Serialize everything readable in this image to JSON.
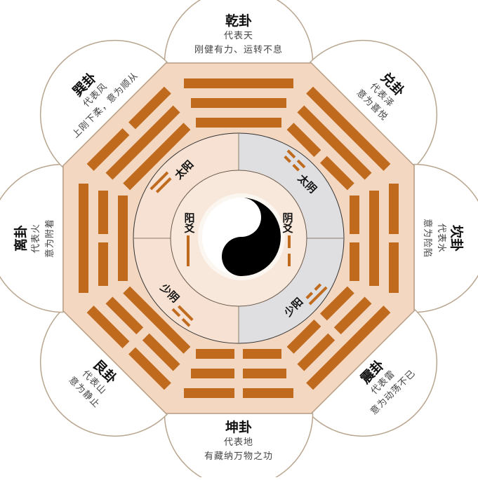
{
  "diagram": {
    "colors": {
      "octagon_fill": "#f3d7c0",
      "octagon_stroke": "#b9a089",
      "bar_color": "#c06a1e",
      "petal_fill": "#ffffff",
      "petal_stroke": "#b9a58e",
      "ring_yang_fill": "#f6e1d2",
      "ring_yin_fill": "#dfdfe1",
      "inner_circle_fill": "#f8e8dc",
      "divider": "#8a7a6a"
    },
    "trigrams": [
      {
        "id": "qian",
        "angle": 0,
        "title": "乾卦",
        "lines": [
          "代表天",
          "刚健有力、运转不息"
        ],
        "yao": [
          "solid",
          "solid",
          "solid"
        ]
      },
      {
        "id": "dui",
        "angle": 45,
        "title": "兑卦",
        "lines": [
          "代表泽",
          "意为喜悦"
        ],
        "yao": [
          "solid",
          "solid",
          "broken"
        ]
      },
      {
        "id": "kan",
        "angle": 90,
        "title": "坎卦",
        "lines": [
          "代表水",
          "意为险陷"
        ],
        "yao": [
          "broken",
          "solid",
          "broken"
        ]
      },
      {
        "id": "zhen",
        "angle": 135,
        "title": "震卦",
        "lines": [
          "代表雷",
          "意为动荡不已"
        ],
        "yao": [
          "solid",
          "broken",
          "broken"
        ]
      },
      {
        "id": "kun",
        "angle": 180,
        "title": "坤卦",
        "lines": [
          "代表地",
          "有藏纳万物之功"
        ],
        "yao": [
          "broken",
          "broken",
          "broken"
        ]
      },
      {
        "id": "gen",
        "angle": 225,
        "title": "艮卦",
        "lines": [
          "代表山",
          "意为静止"
        ],
        "yao": [
          "broken",
          "broken",
          "solid"
        ]
      },
      {
        "id": "li",
        "angle": 270,
        "title": "离卦",
        "lines": [
          "代表火",
          "意为附着"
        ],
        "yao": [
          "solid",
          "broken",
          "solid"
        ]
      },
      {
        "id": "xun",
        "angle": 315,
        "title": "巽卦",
        "lines": [
          "代表风",
          "上刚下柔，意为顺从"
        ],
        "yao": [
          "broken",
          "solid",
          "solid"
        ]
      }
    ],
    "four_images": [
      {
        "label": "太阳",
        "angle": 315,
        "yao": [
          "solid",
          "solid"
        ]
      },
      {
        "label": "太阴",
        "angle": 45,
        "yao": [
          "broken",
          "broken"
        ]
      },
      {
        "label": "少阳",
        "angle": 135,
        "yao": [
          "solid",
          "broken"
        ]
      },
      {
        "label": "少阴",
        "angle": 225,
        "yao": [
          "broken",
          "solid"
        ]
      }
    ],
    "two_forms": [
      {
        "label": "阳爻",
        "side": "left",
        "yao": "solid"
      },
      {
        "label": "阴爻",
        "side": "right",
        "yao": "broken"
      }
    ],
    "center": {
      "symbol": "taiji-yin-yang"
    }
  }
}
